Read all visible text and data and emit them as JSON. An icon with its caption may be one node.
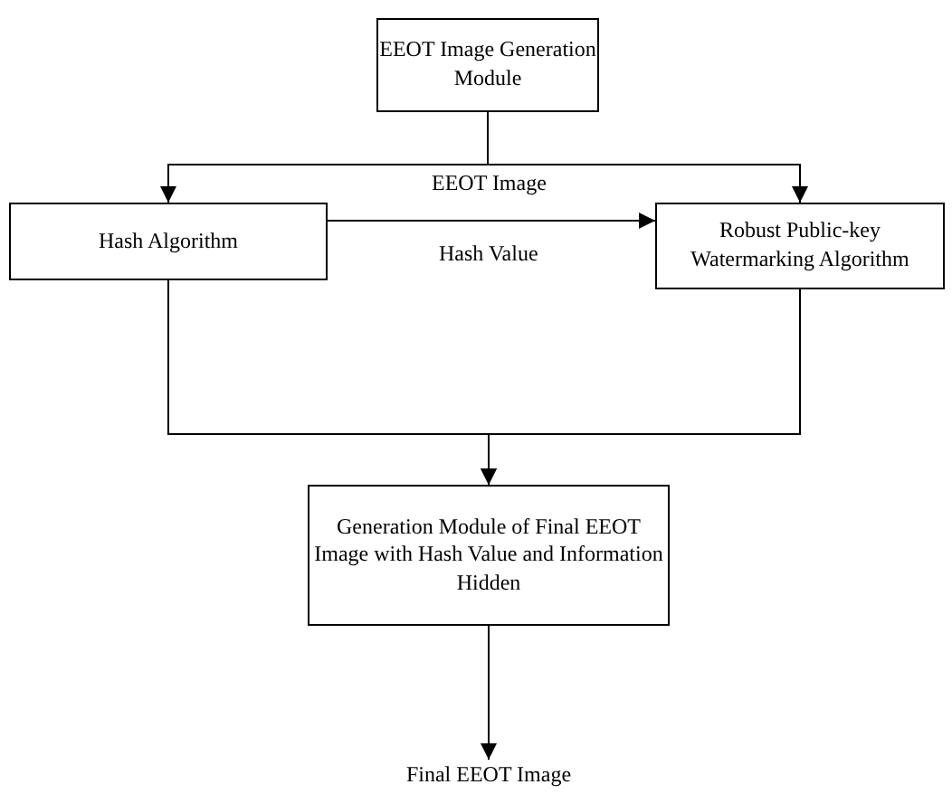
{
  "diagram": {
    "nodes": [
      {
        "text": [
          "EEOT Image Generation Module"
        ]
      },
      {
        "text": [
          "Hash Algorithm"
        ]
      },
      {
        "text": [
          "Robust Public-key Watermarking Algorithm"
        ]
      },
      {
        "text": [
          "Generation Module of Final EEOT Image with Hash Value and Information Hidden"
        ]
      },
      {
        "text": [
          "Final EEOT Image"
        ]
      }
    ],
    "edges": [
      {
        "from": 0,
        "to": 1,
        "arrow": "to",
        "label": "EEOT Image"
      },
      {
        "from": 0,
        "to": 2,
        "arrow": "to"
      },
      {
        "from": 1,
        "to": 2,
        "arrow": "to",
        "label": "Hash Value"
      },
      {
        "from": 1,
        "to": 3,
        "arrow": "to"
      },
      {
        "from": 2,
        "to": 3,
        "arrow": "to"
      },
      {
        "from": 3,
        "to": 4,
        "arrow": "to"
      }
    ]
  }
}
